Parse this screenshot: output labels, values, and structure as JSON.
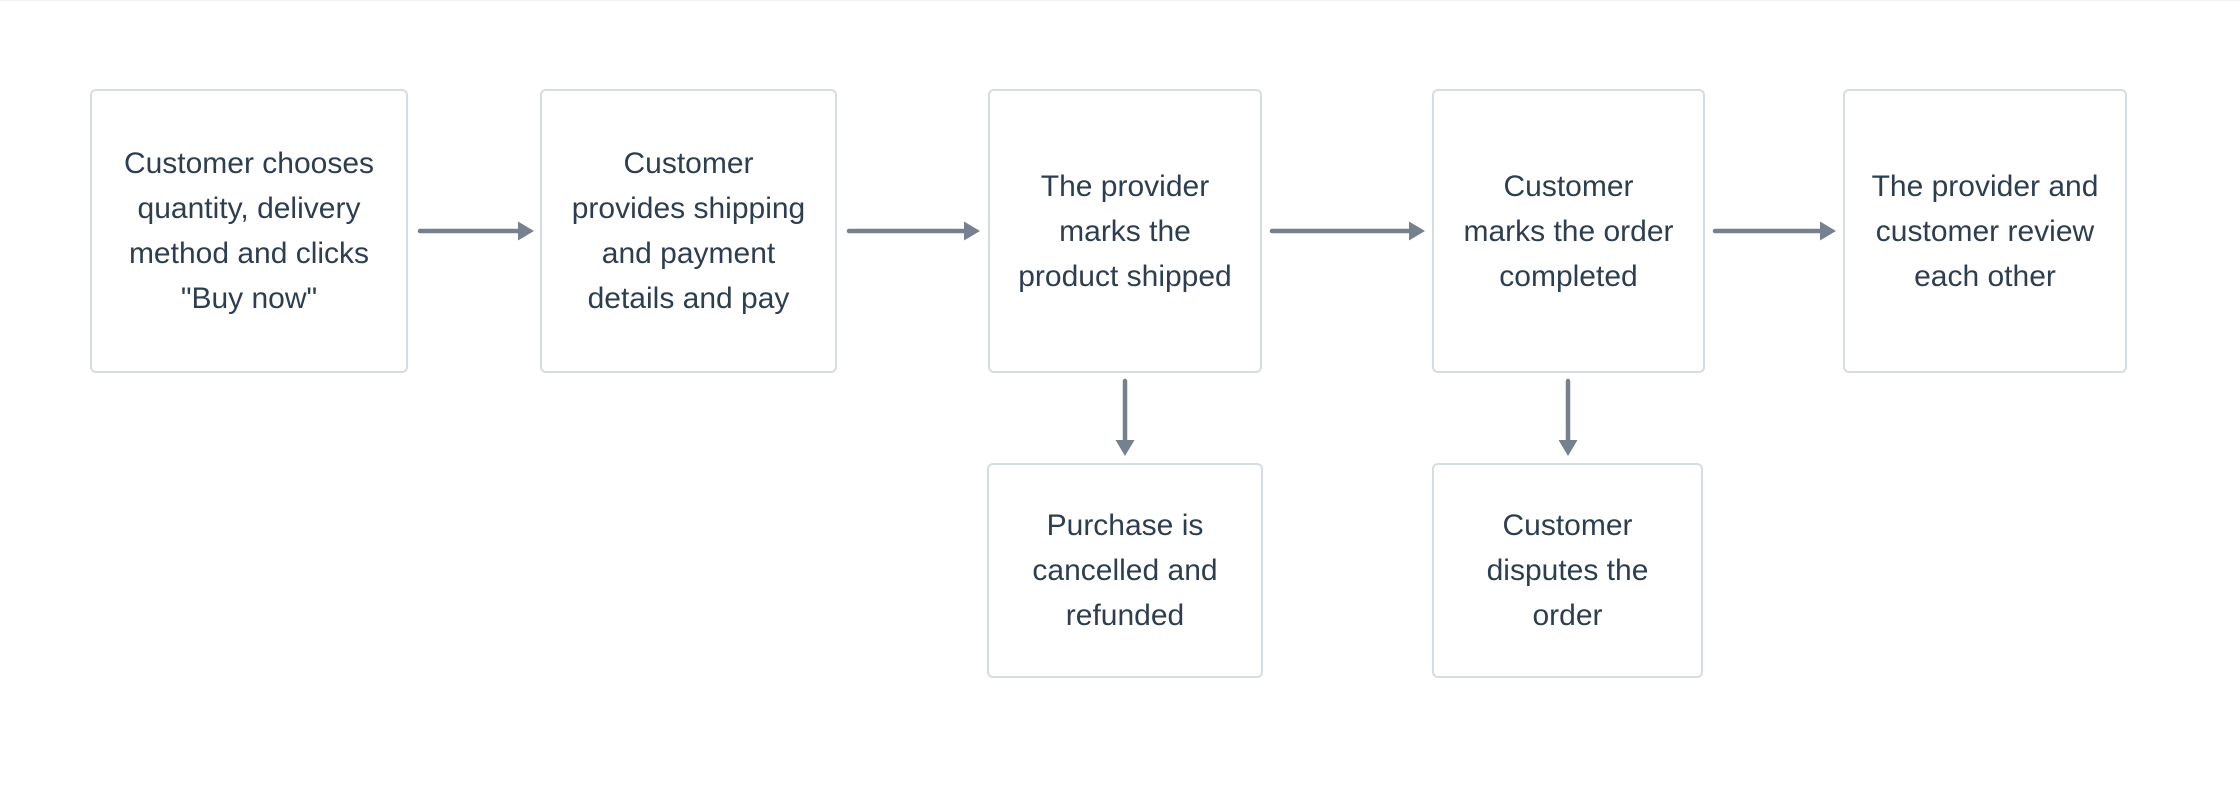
{
  "page": {
    "background": "#ffffff"
  },
  "diagram": {
    "type": "flowchart",
    "direction": "left-to-right",
    "colors": {
      "node_background": "#ffffff",
      "node_border": "#d6dce3",
      "node_text": "#2d3e50",
      "arrow": "#76818f"
    },
    "nodes": [
      {
        "id": "choose",
        "row": "main",
        "label": "Customer chooses quantity, delivery method and clicks \"Buy now\""
      },
      {
        "id": "pay",
        "row": "main",
        "label": "Customer provides shipping and payment details and pay"
      },
      {
        "id": "shipped",
        "row": "main",
        "label": "The provider marks the product shipped"
      },
      {
        "id": "completed",
        "row": "main",
        "label": "Customer marks the order completed"
      },
      {
        "id": "review",
        "row": "main",
        "label": "The provider and customer review each other"
      },
      {
        "id": "cancelled",
        "row": "branch",
        "label": "Purchase is cancelled and refunded"
      },
      {
        "id": "disputed",
        "row": "branch",
        "label": "Customer disputes the order"
      }
    ],
    "edges": [
      {
        "from": "choose",
        "to": "pay",
        "direction": "right"
      },
      {
        "from": "pay",
        "to": "shipped",
        "direction": "right"
      },
      {
        "from": "shipped",
        "to": "completed",
        "direction": "right"
      },
      {
        "from": "completed",
        "to": "review",
        "direction": "right"
      },
      {
        "from": "shipped",
        "to": "cancelled",
        "direction": "down"
      },
      {
        "from": "completed",
        "to": "disputed",
        "direction": "down"
      }
    ]
  }
}
